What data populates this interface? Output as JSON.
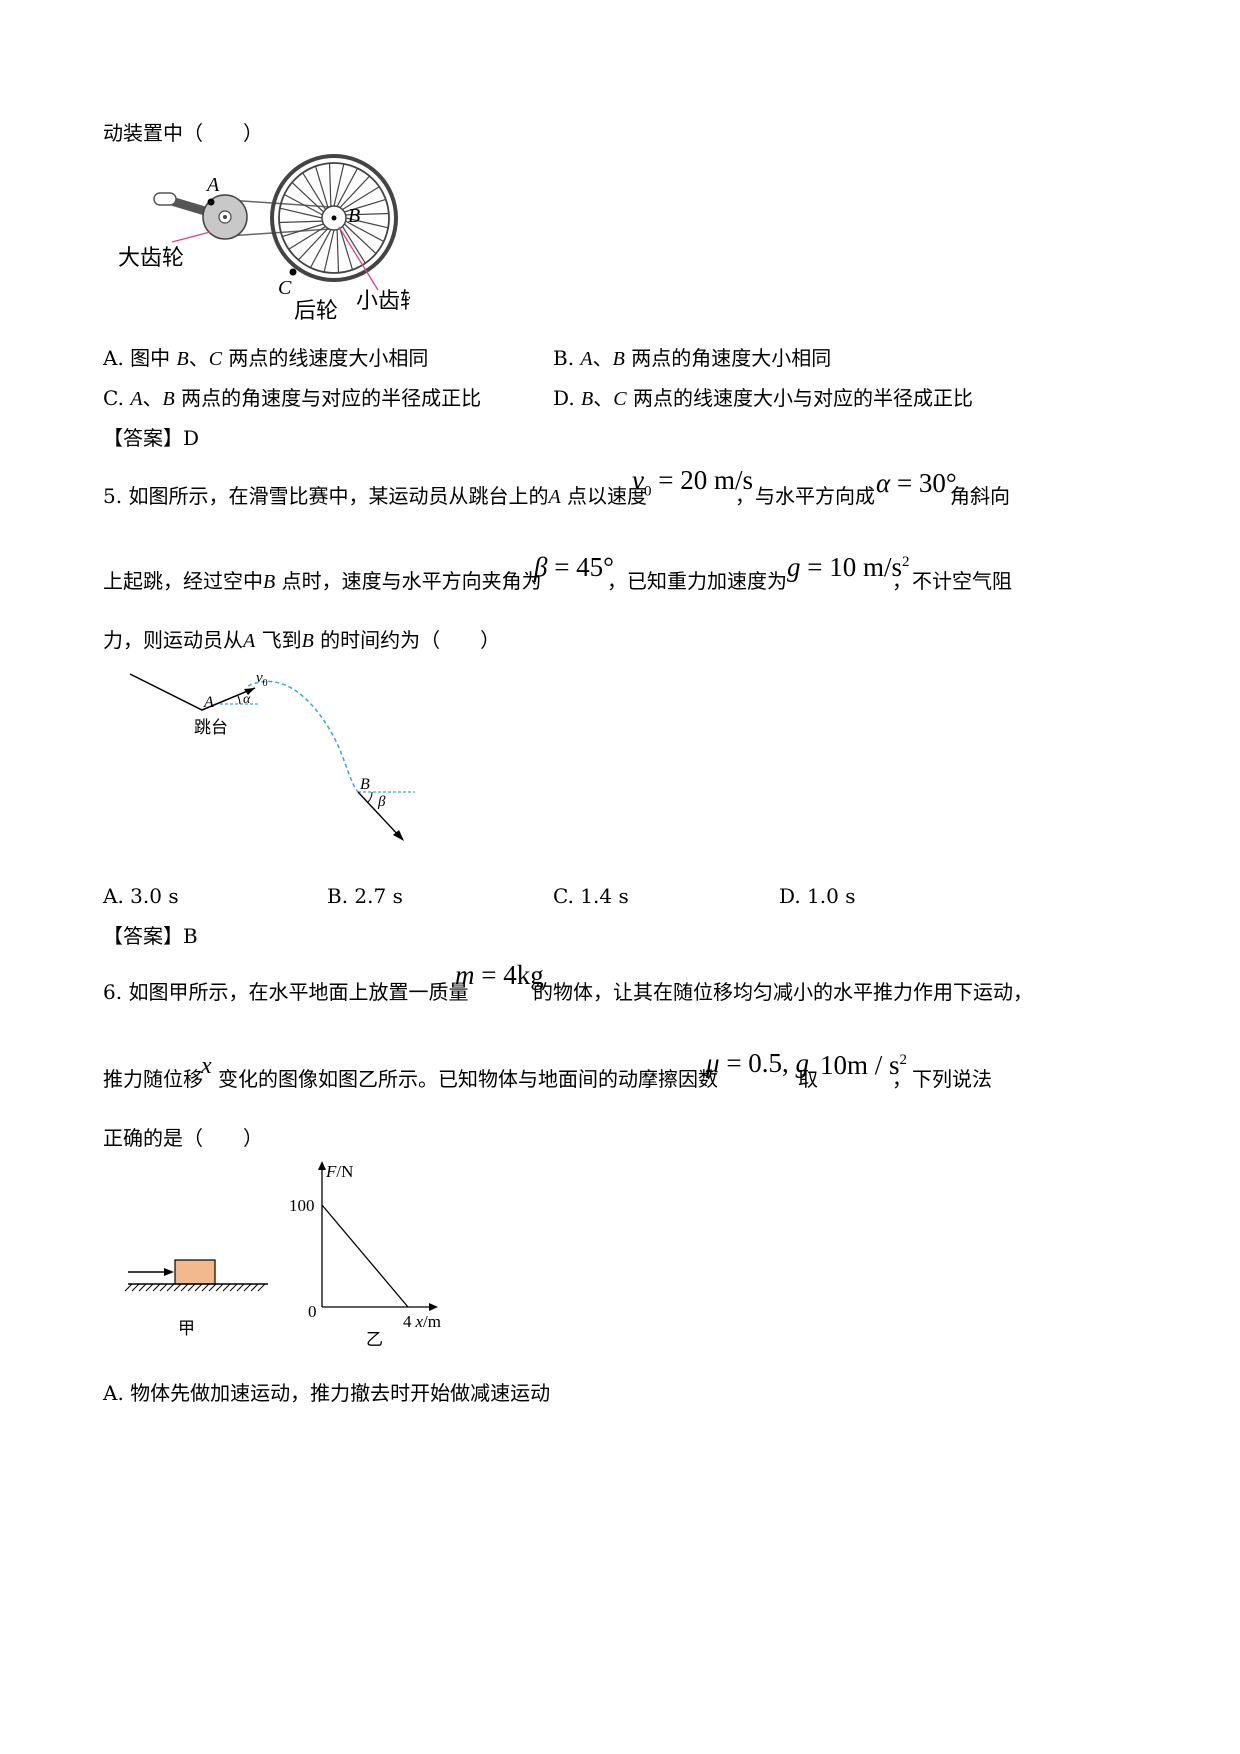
{
  "q4": {
    "stem_tail": "动装置中（　　）",
    "figure": {
      "label_A": "A",
      "label_B": "B",
      "label_C": "C",
      "label_big_gear": "大齿轮",
      "label_rear_wheel": "后轮",
      "label_small_gear": "小齿轮"
    },
    "options": {
      "A": {
        "prefix": "A. 图中 ",
        "v1": "B",
        "sep": "、",
        "v2": "C",
        "rest": " 两点的线速度大小相同"
      },
      "B": {
        "prefix": "B. ",
        "v1": "A",
        "sep": "、",
        "v2": "B",
        "rest": " 两点的角速度大小相同"
      },
      "C": {
        "prefix": "C. ",
        "v1": "A",
        "sep": "、",
        "v2": "B",
        "rest": " 两点的角速度与对应的半径成正比"
      },
      "D": {
        "prefix": "D. ",
        "v1": "B",
        "sep": "、",
        "v2": "C",
        "rest": " 两点的线速度大小与对应的半径成正比"
      }
    },
    "answer": "【答案】D"
  },
  "q5": {
    "line1_a": "5. 如图所示，在滑雪比赛中，某运动员从跳台上的",
    "line1_A": "A",
    "line1_b": " 点以速度",
    "v0_expr": "v",
    "v0_sub": "0",
    "v0_val": " = 20 m/s",
    "line1_c": "，与水平方向成",
    "alpha_expr": "α",
    "alpha_val": " = 30°",
    "line1_d": "角斜向",
    "line2_a": "上起跳，经过空中",
    "line2_B": "B",
    "line2_b": " 点时，速度与水平方向夹角为",
    "beta_expr": "β",
    "beta_val": " = 45°",
    "line2_c": "，已知重力加速度为",
    "g_expr": "g",
    "g_val": " = 10 m/s",
    "g_sup": "2",
    "line2_d": "，不计空气阻",
    "line3_a": "力，则运动员从",
    "line3_A": "A",
    "line3_b": " 飞到",
    "line3_B": "B",
    "line3_c": " 的时间约为（　　）",
    "figure": {
      "label_A": "A",
      "label_v0": "v",
      "label_v0_sub": "0",
      "label_alpha": "α",
      "label_platform": "跳台",
      "label_B": "B",
      "label_beta": "β"
    },
    "options": {
      "A": "A. 3.0 s",
      "B": "B. 2.7 s",
      "C": "C. 1.4 s",
      "D": "D. 1.0 s"
    },
    "answer": "【答案】B"
  },
  "q6": {
    "line1_a": "6. 如图甲所示，在水平地面上放置一质量",
    "m_expr": "m",
    "m_val": " = 4kg",
    "line1_b": "的物体，让其在随位移均匀减小的水平推力作用下运动，",
    "line2_a": "推力随位移",
    "x_expr": "x",
    "line2_b": "变化的图像如图乙所示。已知物体与地面间的动摩擦因数",
    "mu_expr": "μ",
    "mu_val": " = 0.5, ",
    "g_expr": "g",
    "line2_take": "取",
    "g_val": "10m / s",
    "g_sup": "2",
    "line2_c": "，下列说法",
    "line3": "正确的是（　　）",
    "figure": {
      "label_jia": "甲",
      "label_yi": "乙",
      "y_axis_var": "F",
      "y_axis_unit": "/N",
      "y_tick": "100",
      "origin": "0",
      "x_tick": "4",
      "x_axis_var": "x",
      "x_axis_unit": "/m"
    },
    "option_A": "A. 物体先做加速运动，推力撤去时开始做减速运动"
  },
  "colors": {
    "trajectory": "#3aa3dc",
    "block": "#f2b98c",
    "pointer": "#e0408a",
    "gear": "#c8c8c8"
  }
}
